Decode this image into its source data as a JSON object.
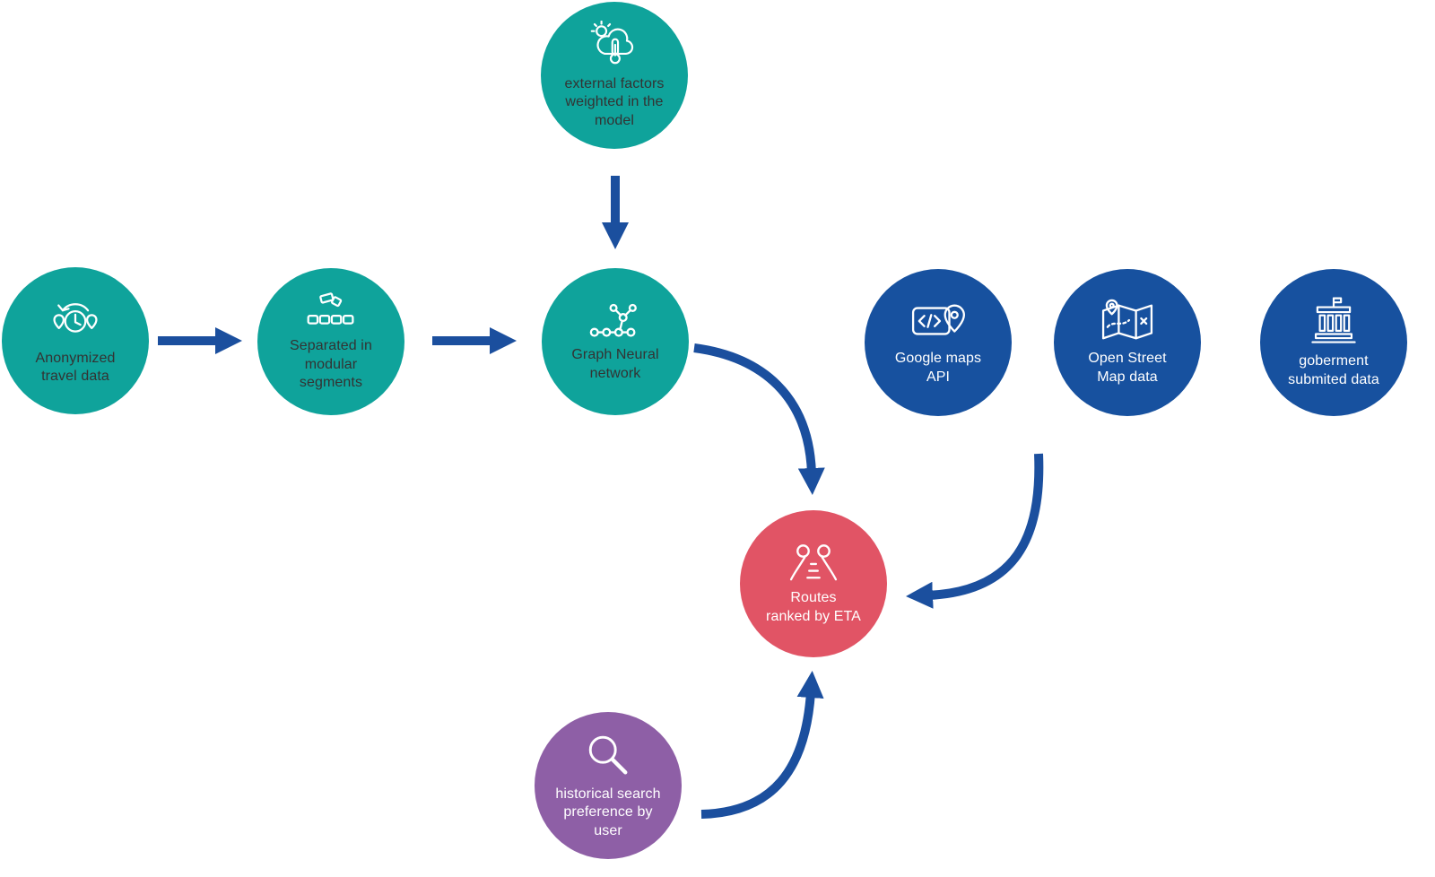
{
  "diagram": {
    "background": "#FFFFFF",
    "arrow_color": "#1B4F9E",
    "nodes": [
      {
        "id": "anonymized-travel-data",
        "label": "Anonymized\ntravel data",
        "icon": "travel-history-pins-icon",
        "color": "#0FA39B",
        "text_color": "#333333"
      },
      {
        "id": "separated-modular-segments",
        "label": "Separated in\nmodular\nsegments",
        "icon": "modular-segments-icon",
        "color": "#0FA39B",
        "text_color": "#333333"
      },
      {
        "id": "graph-neural-network",
        "label": "Graph Neural\nnetwork",
        "icon": "graph-network-icon",
        "color": "#0FA39B",
        "text_color": "#333333"
      },
      {
        "id": "external-factors",
        "label": "external factors\nweighted in the\nmodel",
        "icon": "weather-thermometer-icon",
        "color": "#0FA39B",
        "text_color": "#333333"
      },
      {
        "id": "google-maps-api",
        "label": "Google maps\nAPI",
        "icon": "map-code-pin-icon",
        "color": "#17519F",
        "text_color": "#FFFFFF"
      },
      {
        "id": "open-street-map-data",
        "label": "Open Street\nMap data",
        "icon": "folded-map-icon",
        "color": "#17519F",
        "text_color": "#FFFFFF"
      },
      {
        "id": "goberment-submited-data",
        "label": "goberment\nsubmited data",
        "icon": "government-building-icon",
        "color": "#17519F",
        "text_color": "#FFFFFF"
      },
      {
        "id": "routes-ranked-by-eta",
        "label": "Routes\nranked by ETA",
        "icon": "routes-road-icon",
        "color": "#E15465",
        "text_color": "#FFFFFF"
      },
      {
        "id": "historical-search-preference",
        "label": "historical search\npreference by\nuser",
        "icon": "search-icon",
        "color": "#8E5FA6",
        "text_color": "#FFFFFF"
      }
    ],
    "arrows": [
      {
        "from": "anonymized-travel-data",
        "to": "separated-modular-segments"
      },
      {
        "from": "separated-modular-segments",
        "to": "graph-neural-network"
      },
      {
        "from": "external-factors",
        "to": "graph-neural-network"
      },
      {
        "from": "graph-neural-network",
        "to": "routes-ranked-by-eta"
      },
      {
        "from": "open-street-map-data",
        "to": "routes-ranked-by-eta"
      },
      {
        "from": "historical-search-preference",
        "to": "routes-ranked-by-eta"
      }
    ]
  }
}
